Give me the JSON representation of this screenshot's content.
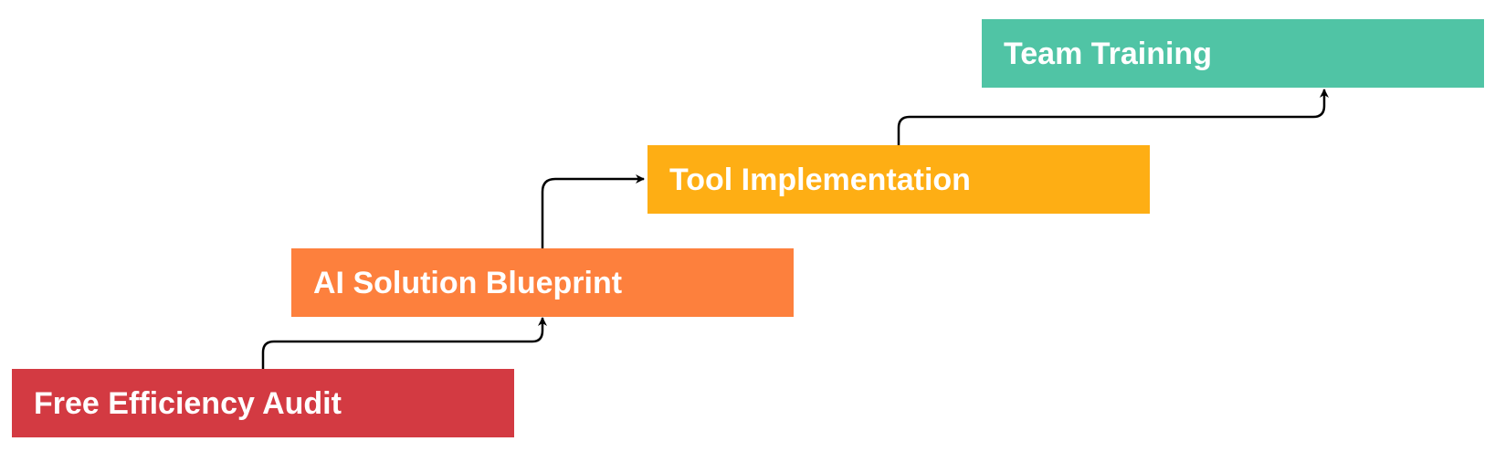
{
  "diagram": {
    "steps": [
      {
        "label": "Free Efficiency Audit",
        "color": "#d33a42"
      },
      {
        "label": "AI Solution Blueprint",
        "color": "#fd803d"
      },
      {
        "label": "Tool Implementation",
        "color": "#feae14"
      },
      {
        "label": "Team Training",
        "color": "#50c4a5"
      }
    ],
    "connector_color": "#000000"
  }
}
